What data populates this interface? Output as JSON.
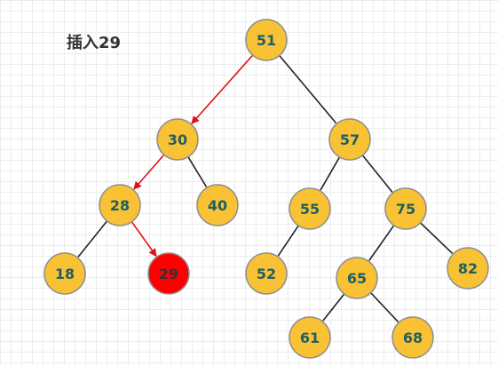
{
  "title": "插入29",
  "colors": {
    "node_fill": "#F9C234",
    "node_stroke": "#8E8E8E",
    "label": "#1F5F63",
    "highlight_fill": "#FF0000",
    "highlight_label": "#333333",
    "edge": "#222222",
    "path_edge": "#E01010"
  },
  "nodes": [
    {
      "id": "n51",
      "label": "51"
    },
    {
      "id": "n30",
      "label": "30"
    },
    {
      "id": "n57",
      "label": "57"
    },
    {
      "id": "n28",
      "label": "28"
    },
    {
      "id": "n40",
      "label": "40"
    },
    {
      "id": "n55",
      "label": "55"
    },
    {
      "id": "n75",
      "label": "75"
    },
    {
      "id": "n18",
      "label": "18"
    },
    {
      "id": "n29",
      "label": "29",
      "highlight": true
    },
    {
      "id": "n52",
      "label": "52"
    },
    {
      "id": "n65",
      "label": "65"
    },
    {
      "id": "n82",
      "label": "82"
    },
    {
      "id": "n61",
      "label": "61"
    },
    {
      "id": "n68",
      "label": "68"
    }
  ],
  "edges": [
    {
      "from": "n51",
      "to": "n30",
      "path": true
    },
    {
      "from": "n51",
      "to": "n57"
    },
    {
      "from": "n30",
      "to": "n28",
      "path": true
    },
    {
      "from": "n30",
      "to": "n40"
    },
    {
      "from": "n28",
      "to": "n18"
    },
    {
      "from": "n28",
      "to": "n29",
      "path": true
    },
    {
      "from": "n57",
      "to": "n55"
    },
    {
      "from": "n57",
      "to": "n75"
    },
    {
      "from": "n55",
      "to": "n52"
    },
    {
      "from": "n75",
      "to": "n65"
    },
    {
      "from": "n75",
      "to": "n82"
    },
    {
      "from": "n65",
      "to": "n61"
    },
    {
      "from": "n65",
      "to": "n68"
    }
  ]
}
